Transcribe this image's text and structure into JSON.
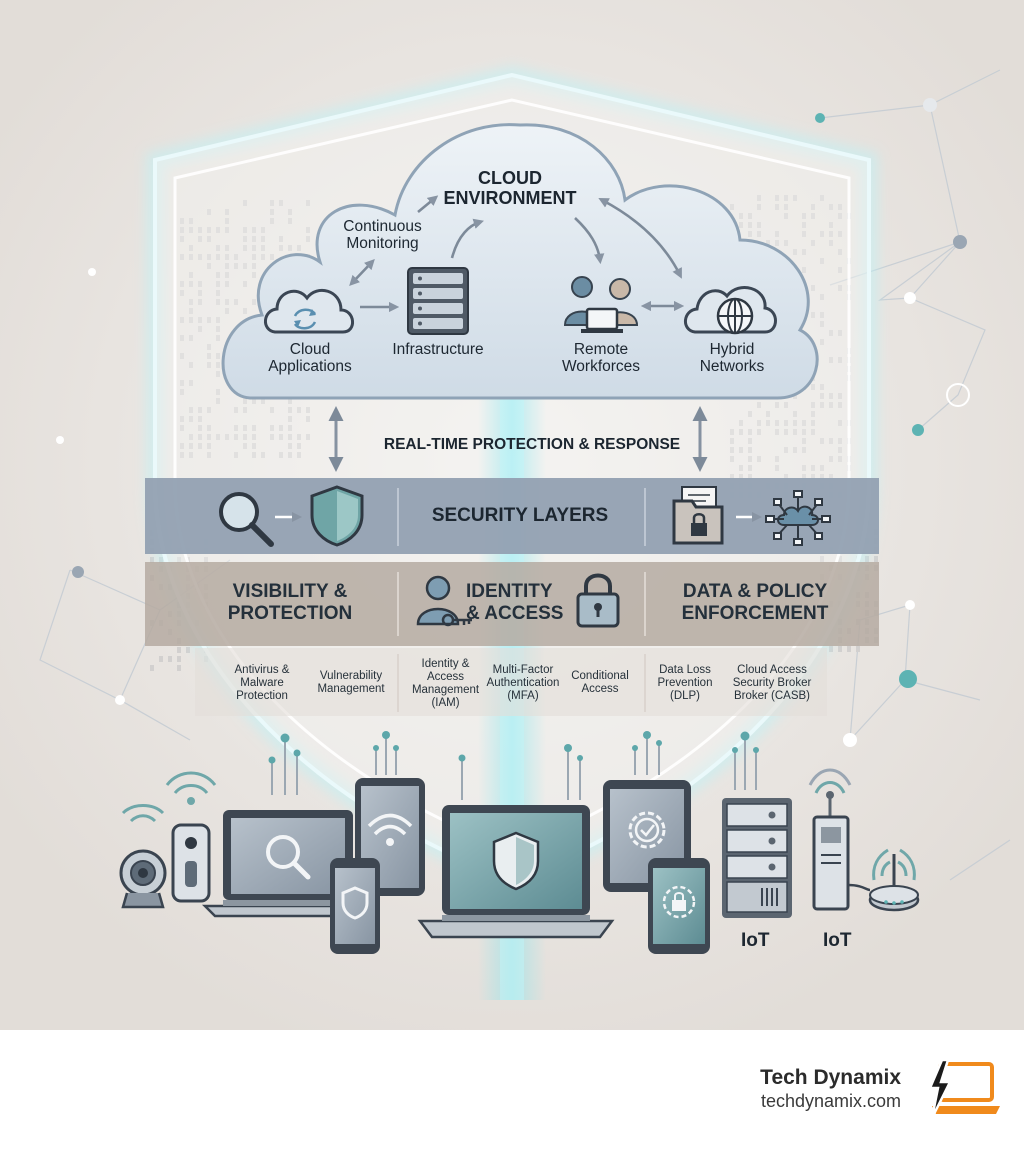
{
  "diagram": {
    "cloud": {
      "title": "CLOUD\nENVIRONMENT",
      "monitoring": "Continuous\nMonitoring",
      "nodes": [
        {
          "label": "Cloud\nApplications",
          "icon": "cloud-sync-icon"
        },
        {
          "label": "Infrastructure",
          "icon": "server-rack-icon"
        },
        {
          "label": "Remote\nWorkforces",
          "icon": "remote-workers-icon"
        },
        {
          "label": "Hybrid\nNetworks",
          "icon": "globe-cloud-icon"
        }
      ]
    },
    "protection_label": "REAL-TIME PROTECTION & RESPONSE",
    "security_layers_label": "SECURITY LAYERS",
    "categories": [
      {
        "title": "VISIBILITY &\nPROTECTION",
        "items": [
          "Antivirus &\nMalware\nProtection",
          "Vulnerability\nManagement"
        ]
      },
      {
        "title": "IDENTITY\n& ACCESS",
        "items": [
          "Identity &\nAccess\nManagement\n(IAM)",
          "Multi-Factor\nAuthentication\n(MFA)",
          "Conditional\nAccess"
        ]
      },
      {
        "title": "DATA & POLICY\nENFORCEMENT",
        "items": [
          "Data Loss\nPrevention\n(DLP)",
          "Cloud Access\nSecurity Broker\nBroker (CASB)"
        ]
      }
    ],
    "devices": {
      "iot_labels": [
        "IoT",
        "IoT"
      ],
      "icons": [
        "webcam-icon",
        "smart-doorbell-icon",
        "laptop-search-icon",
        "tablet-wifi-icon",
        "phone-shield-icon",
        "laptop-shield-icon",
        "tablet-gear-icon",
        "phone-lock-icon",
        "server-icon",
        "network-tower-icon",
        "router-icon"
      ]
    },
    "colors": {
      "background": "#e8e4e0",
      "shield_glow": "#bfeff3",
      "cloud_fill": "#dde6ee",
      "layers_band": "#8794a6",
      "categories_band": "#b7aca4",
      "accent_teal": "#4fb8b8",
      "device_gray": "#5b6570",
      "screen_teal": "#7fa9ad"
    }
  },
  "footer": {
    "brand_name": "Tech Dynamix",
    "brand_url": "techdynamix.com",
    "logo_icon": "lightning-laptop-icon",
    "logo_color": "#f08a1c"
  }
}
